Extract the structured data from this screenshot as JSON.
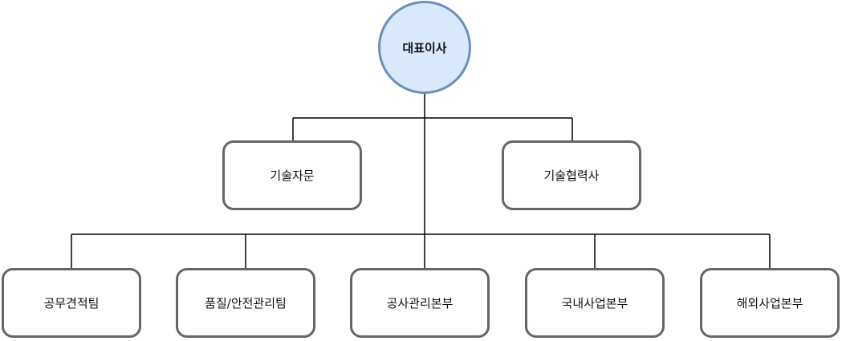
{
  "colors": {
    "root_fill": "#dae8fc",
    "root_stroke": "#6c8ebf",
    "box_stroke": "#666666",
    "line": "#000000"
  },
  "org_chart": {
    "root": {
      "label": "대표이사"
    },
    "advisors": [
      {
        "label": "기술자문"
      },
      {
        "label": "기술협력사"
      }
    ],
    "departments": [
      {
        "label": "공무견적팀"
      },
      {
        "label": "품질/안전관리팀"
      },
      {
        "label": "공사관리본부"
      },
      {
        "label": "국내사업본부"
      },
      {
        "label": "해외사업본부"
      }
    ]
  }
}
